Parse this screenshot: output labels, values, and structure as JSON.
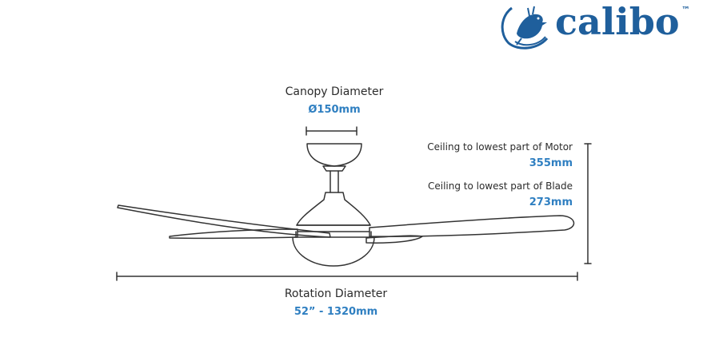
{
  "brand": {
    "name": "calibo",
    "trademark": "™",
    "icon": "bird-logo-icon",
    "color": "#1f5f9c"
  },
  "dimensions": {
    "canopy": {
      "label": "Canopy Diameter",
      "value": "Ø150mm"
    },
    "motor": {
      "label": "Ceiling to lowest part of Motor",
      "value": "355mm"
    },
    "blade": {
      "label": "Ceiling to lowest part of Blade",
      "value": "273mm"
    },
    "rotation": {
      "label": "Rotation Diameter",
      "value": "52” - 1320mm"
    }
  },
  "colors": {
    "value_text": "#2f7fc1",
    "label_text": "#2b2b2b",
    "line": "#333333"
  }
}
